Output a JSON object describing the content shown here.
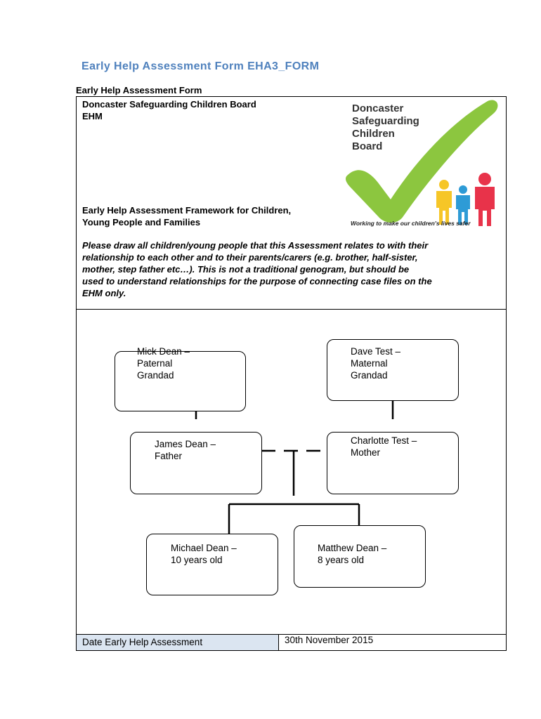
{
  "document": {
    "title": "Early Help Assessment Form EHA3_FORM",
    "form_label": "Early Help Assessment Form",
    "org_name": "Doncaster Safeguarding Children Board",
    "org_code": "EHM",
    "framework_line1": "Early Help Assessment Framework for Children,",
    "framework_line2": "Young People and Families",
    "instruction_line1": "Please draw all children/young people that this Assessment relates to with their",
    "instruction_line2": "relationship to each other and to their parents/carers (e.g. brother, half-sister,",
    "instruction_line3": "mother, step father etc…).  This is not a traditional genogram, but should be",
    "instruction_line4": "used to understand relationships for the purpose of connecting case files on the",
    "instruction_line5": "EHM only."
  },
  "logo": {
    "line1": "Doncaster",
    "line2": "Safeguarding",
    "line3": "Children",
    "line4": "Board",
    "tagline": "Working to make our children's lives safer",
    "colors": {
      "tick": "#8cc63f",
      "figure_yellow": "#f6c627",
      "figure_blue": "#2e9bd6",
      "figure_red": "#e8334a"
    }
  },
  "genogram": {
    "paternal_grandad": {
      "line1": "Mick Dean –",
      "line2": "Paternal",
      "line3": "Grandad"
    },
    "maternal_grandad": {
      "line1": "Dave Test –",
      "line2": "Maternal",
      "line3": "Grandad"
    },
    "father": {
      "line1": "James Dean –",
      "line2": "Father"
    },
    "mother": {
      "line1": "Charlotte Test –",
      "line2": "Mother"
    },
    "child1": {
      "line1": "Michael Dean –",
      "line2": "10 years old"
    },
    "child2": {
      "line1": "Matthew Dean –",
      "line2": "8 years old"
    }
  },
  "footer": {
    "date_label": "Date Early Help Assessment",
    "date_value": "30th November 2015",
    "label_cell_color": "#dbe5f1"
  }
}
